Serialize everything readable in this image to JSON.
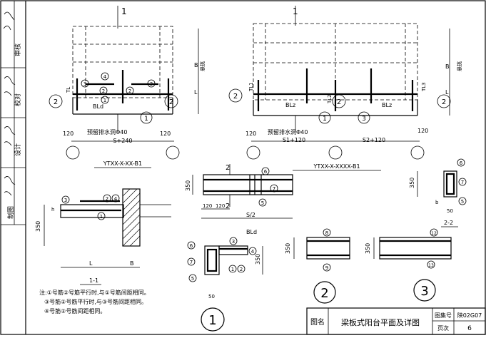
{
  "side_block": {
    "labels": [
      "审核",
      "校对",
      "设计",
      "制图"
    ]
  },
  "title_block": {
    "label_name": "图名",
    "drawing_title": "梁板式阳台平面及详图",
    "label_atlas": "图集号",
    "atlas_number": "陕02G07",
    "label_page": "页次",
    "page_number": "6"
  },
  "plan_left": {
    "caption": "YTXX-X-XX-B1",
    "section_mark": "1",
    "axis_mark": "2",
    "beam_label": "BLd",
    "tl_label": "TL",
    "drain_note": "预留排水洞Φ40",
    "dim_left": "120",
    "dim_right": "120",
    "dim_span": "S+240",
    "dim_B": "B",
    "dim_L": "L",
    "extend_label": "悬挑",
    "marks": [
      "1",
      "2",
      "3",
      "4"
    ]
  },
  "plan_right": {
    "caption": "YTXX-X-XXXX-B1",
    "section_mark": "1",
    "axis_mark": "2",
    "axis_mark_3": "3",
    "beam_label": "BLz",
    "tl1": "TL1",
    "tl2": "TL2",
    "tl3": "TL3",
    "drain_note": "预留排水洞Φ40",
    "dim_left": "120",
    "dim_right": "120",
    "dim_s1": "S1+120",
    "dim_s2": "S2+120",
    "dim_B": "B",
    "dim_L": "L",
    "extend_label": "悬挑"
  },
  "section_11": {
    "caption": "1-1",
    "dim_350": "350",
    "dim_L": "L",
    "dim_B": "B",
    "dim_h": "h"
  },
  "beam_elev": {
    "section_mark": "2",
    "dim_350": "350",
    "dim_120a": "120",
    "dim_120b": "120",
    "dim_S2": "S/2",
    "marks": [
      "5",
      "6",
      "7"
    ]
  },
  "section_22": {
    "caption": "2-2",
    "dim_350": "350",
    "dim_b": "b",
    "dim_50": "50",
    "marks": [
      "5",
      "6",
      "7"
    ]
  },
  "detail_1": {
    "number": "1",
    "beam_label": "BLd",
    "dim_350": "350",
    "dim_50": "50",
    "marks": [
      "1",
      "2",
      "3",
      "4",
      "6",
      "7"
    ]
  },
  "detail_2": {
    "number": "2",
    "dim_350": "350",
    "marks": [
      "8",
      "9"
    ]
  },
  "detail_3": {
    "number": "3",
    "dim_350": "350",
    "marks": [
      "12",
      "13"
    ]
  },
  "notes": {
    "lines": [
      "注:①号筋②号筋平行时,与①号筋间距相同。",
      "③号筋②号筋平行时,与③号筋间距相同。",
      "④号筋②号筋间距相同。"
    ]
  }
}
